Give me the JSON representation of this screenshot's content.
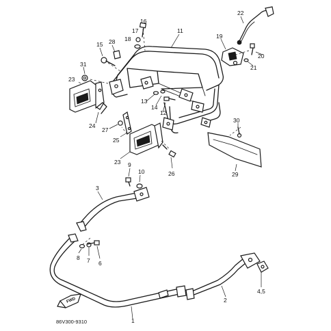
{
  "diagram_code": "86V300-9310",
  "direction_arrow_label": "FWD",
  "part_labels": {
    "p1": "1",
    "p2": "2",
    "p3": "3",
    "p45": "4,5",
    "p6": "6",
    "p7": "7",
    "p8": "8",
    "p9": "9",
    "p10": "10",
    "p11": "11",
    "p12": "12",
    "p13": "13",
    "p14": "14",
    "p15": "15",
    "p16": "16",
    "p17": "17",
    "p18": "18",
    "p19": "19",
    "p20": "20",
    "p21": "21",
    "p22": "22",
    "p23a": "23",
    "p23b": "23",
    "p24": "24",
    "p25": "25",
    "p26": "26",
    "p27": "27",
    "p28": "28",
    "p29": "29",
    "p30": "30",
    "p31": "31"
  },
  "colors": {
    "line": "#1a1a1a",
    "background": "#ffffff"
  }
}
